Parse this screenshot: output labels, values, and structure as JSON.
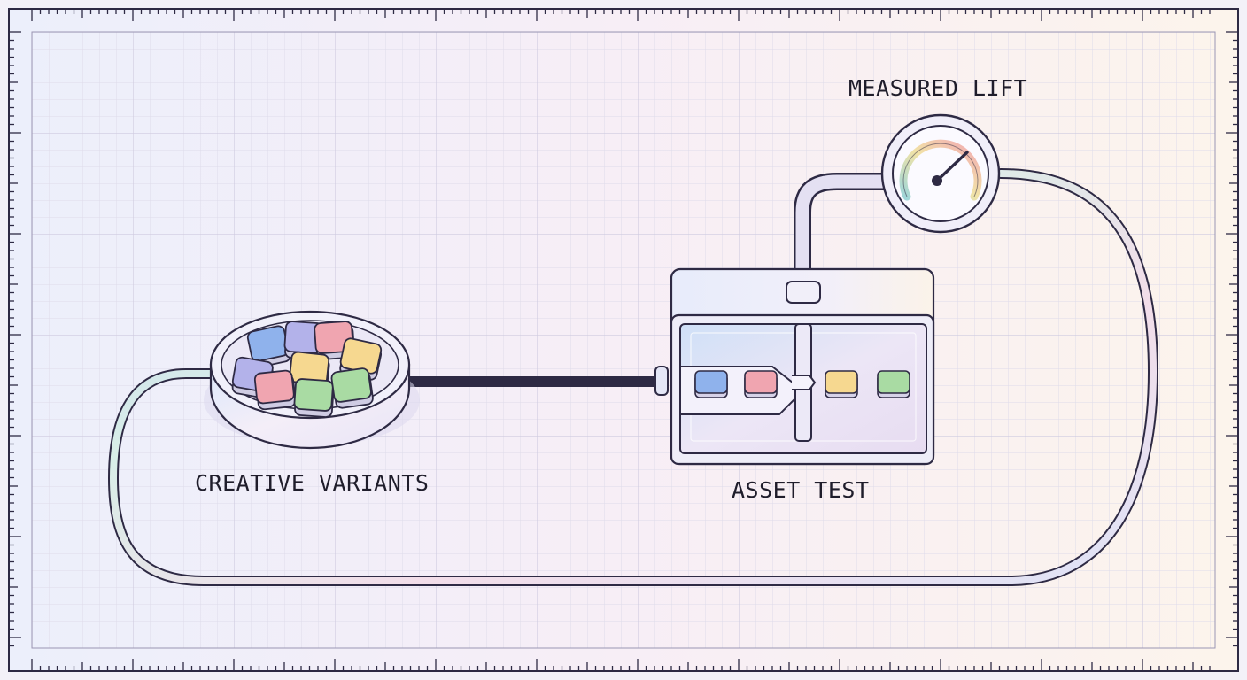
{
  "labels": {
    "creative_variants": "CREATIVE VARIANTS",
    "asset_test": "ASSET TEST",
    "measured_lift": "MEASURED LIFT"
  },
  "colors": {
    "outline": "#2e2a44",
    "background_left": "#eceffb",
    "background_mid": "#f7eef6",
    "background_right": "#fcf4ec",
    "grid_line": "#d9d6e6",
    "tile_blue": "#8fb2ec",
    "tile_pink": "#f0a5b0",
    "tile_yellow": "#f6d890",
    "tile_green": "#a9dba3",
    "tile_lavender": "#b3b2ea"
  },
  "icons": {
    "source": "variants-dish-icon",
    "machine": "asset-test-machine-icon",
    "meter": "lift-gauge-icon"
  }
}
